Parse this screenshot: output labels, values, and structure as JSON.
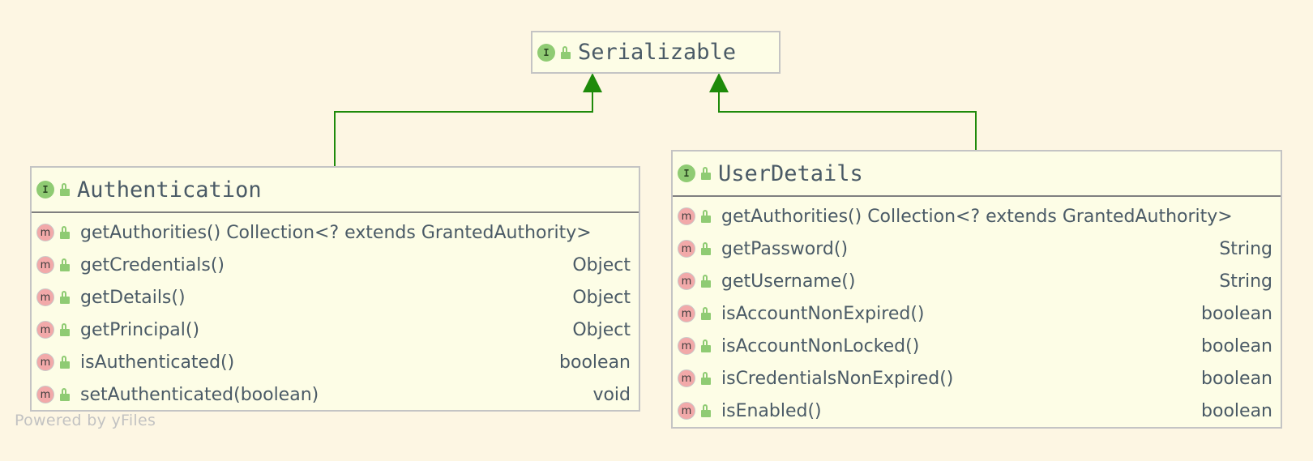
{
  "diagram": {
    "nodes": {
      "serializable": {
        "kind_badge": "I",
        "name": "Serializable"
      },
      "authentication": {
        "kind_badge": "I",
        "name": "Authentication",
        "methods": [
          {
            "badge": "m",
            "signature": "getAuthorities() Collection<? extends GrantedAuthority>",
            "return_type": ""
          },
          {
            "badge": "m",
            "signature": "getCredentials()",
            "return_type": "Object"
          },
          {
            "badge": "m",
            "signature": "getDetails()",
            "return_type": "Object"
          },
          {
            "badge": "m",
            "signature": "getPrincipal()",
            "return_type": "Object"
          },
          {
            "badge": "m",
            "signature": "isAuthenticated()",
            "return_type": "boolean"
          },
          {
            "badge": "m",
            "signature": "setAuthenticated(boolean)",
            "return_type": "void"
          }
        ]
      },
      "userdetails": {
        "kind_badge": "I",
        "name": "UserDetails",
        "methods": [
          {
            "badge": "m",
            "signature": "getAuthorities() Collection<? extends GrantedAuthority>",
            "return_type": ""
          },
          {
            "badge": "m",
            "signature": "getPassword()",
            "return_type": "String"
          },
          {
            "badge": "m",
            "signature": "getUsername()",
            "return_type": "String"
          },
          {
            "badge": "m",
            "signature": "isAccountNonExpired()",
            "return_type": "boolean"
          },
          {
            "badge": "m",
            "signature": "isAccountNonLocked()",
            "return_type": "boolean"
          },
          {
            "badge": "m",
            "signature": "isCredentialsNonExpired()",
            "return_type": "boolean"
          },
          {
            "badge": "m",
            "signature": "isEnabled()",
            "return_type": "boolean"
          }
        ]
      }
    },
    "edges": [
      {
        "from": "Authentication",
        "to": "Serializable",
        "relation": "extends"
      },
      {
        "from": "UserDetails",
        "to": "Serializable",
        "relation": "extends"
      }
    ],
    "watermark": "Powered by yFiles",
    "colors": {
      "background": "#fdf6e3",
      "node_fill": "#fdfde6",
      "edge": "#1e8a0a",
      "interface_badge": "#8fcb73",
      "method_badge": "#f2a9a9",
      "text": "#4a5a66"
    }
  }
}
